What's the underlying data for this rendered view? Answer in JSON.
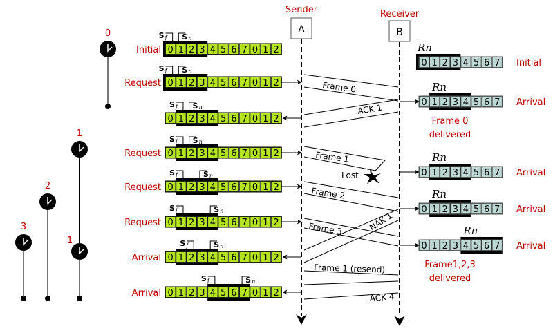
{
  "title": "Selective Repeat ARQ — lost frame and NAK",
  "entities": {
    "sender": {
      "role": "Sender",
      "name": "A"
    },
    "receiver": {
      "role": "Receiver",
      "name": "B"
    }
  },
  "colors": {
    "sender_cell": "#b5e61d",
    "receiver_cell": "#bcd8d4",
    "label": "#c00000",
    "window": "#000000"
  },
  "pointer_labels": {
    "sf": "S",
    "sf_sub": "f",
    "sn": "S",
    "sn_sub": "n",
    "rn": "Rn"
  },
  "sender_sequence": [
    "0",
    "1",
    "2",
    "3",
    "4",
    "5",
    "6",
    "7",
    "0",
    "1",
    "2"
  ],
  "receiver_sequence": [
    "0",
    "1",
    "2",
    "3",
    "4",
    "5",
    "6",
    "7"
  ],
  "sender_rows": [
    {
      "label": "Initial",
      "window_start": 0,
      "window_end": 3,
      "sf": 0,
      "sn": 0,
      "arrow": "none"
    },
    {
      "label": "Request",
      "window_start": 0,
      "window_end": 3,
      "sf": 0,
      "sn": 1,
      "arrow": "out"
    },
    {
      "label": "",
      "window_start": 1,
      "window_end": 4,
      "sf": 1,
      "sn": 1,
      "arrow": "in"
    },
    {
      "label": "Request",
      "window_start": 1,
      "window_end": 4,
      "sf": 1,
      "sn": 2,
      "arrow": "out"
    },
    {
      "label": "Request",
      "window_start": 1,
      "window_end": 4,
      "sf": 1,
      "sn": 3,
      "arrow": "out"
    },
    {
      "label": "Request",
      "window_start": 1,
      "window_end": 4,
      "sf": 1,
      "sn": 4,
      "arrow": "out"
    },
    {
      "label": "Arrival",
      "window_start": 1,
      "window_end": 4,
      "sf": 2,
      "sn": 4,
      "arrow": "in"
    },
    {
      "label": "Arrival",
      "window_start": 4,
      "window_end": 7,
      "sf": 4,
      "sn": 7,
      "arrow": "in"
    }
  ],
  "receiver_rows": [
    {
      "label": "Initial",
      "window_start": 0,
      "window_end": 3,
      "note": ""
    },
    {
      "label": "Arrival",
      "window_start": 1,
      "window_end": 4,
      "note": "Frame 0 delivered",
      "note_lines": [
        "Frame 0",
        "delivered"
      ]
    },
    {
      "label": "Arrival",
      "window_start": 1,
      "window_end": 4,
      "note": ""
    },
    {
      "label": "Arrival",
      "window_start": 1,
      "window_end": 4,
      "note": ""
    },
    {
      "label": "Arrival",
      "window_start": 4,
      "window_end": 7,
      "note": "Frame1,2,3 delivered",
      "note_lines": [
        "Frame1,2,3",
        "delivered"
      ]
    }
  ],
  "messages": [
    {
      "label": "Frame 0",
      "direction": "A→B"
    },
    {
      "label": "ACK 1",
      "direction": "B→A"
    },
    {
      "label": "Frame 1",
      "direction": "A→B",
      "status": "Lost"
    },
    {
      "label": "Frame 2",
      "direction": "A→B"
    },
    {
      "label": "NAK 1",
      "direction": "B→A"
    },
    {
      "label": "Frame 3",
      "direction": "A→B"
    },
    {
      "label": "Frame 1 (resend)",
      "direction": "A→B"
    },
    {
      "label": "ACK 4",
      "direction": "B→A"
    }
  ],
  "lost_label": "Lost",
  "timers": [
    {
      "label": "0"
    },
    {
      "label": "1"
    },
    {
      "label": "2"
    },
    {
      "label": "3"
    },
    {
      "label": "1"
    }
  ]
}
